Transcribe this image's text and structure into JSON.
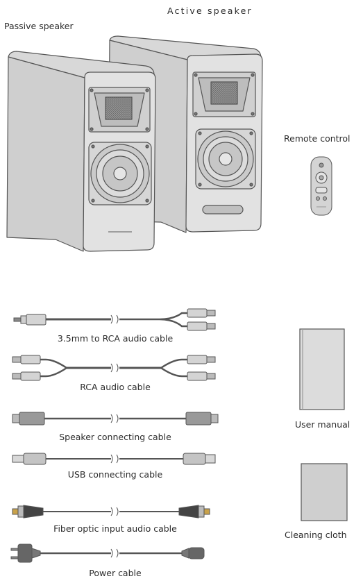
{
  "speakers": {
    "active_label": "Active speaker",
    "passive_label": "Passive speaker"
  },
  "remote": {
    "label": "Remote control"
  },
  "cables": [
    {
      "id": "aux",
      "label": "3.5mm to RCA audio cable"
    },
    {
      "id": "rca",
      "label": "RCA audio cable"
    },
    {
      "id": "speaker",
      "label": "Speaker connecting cable"
    },
    {
      "id": "usb",
      "label": "USB connecting cable"
    },
    {
      "id": "optical",
      "label": "Fiber optic input audio cable"
    },
    {
      "id": "power",
      "label": "Power cable"
    }
  ],
  "accessories": {
    "manual_label": "User manual",
    "cloth_label": "Cleaning cloth"
  },
  "colors": {
    "stroke": "#555555",
    "fill": "#d9d9d9",
    "dark": "#8a8a8a"
  }
}
